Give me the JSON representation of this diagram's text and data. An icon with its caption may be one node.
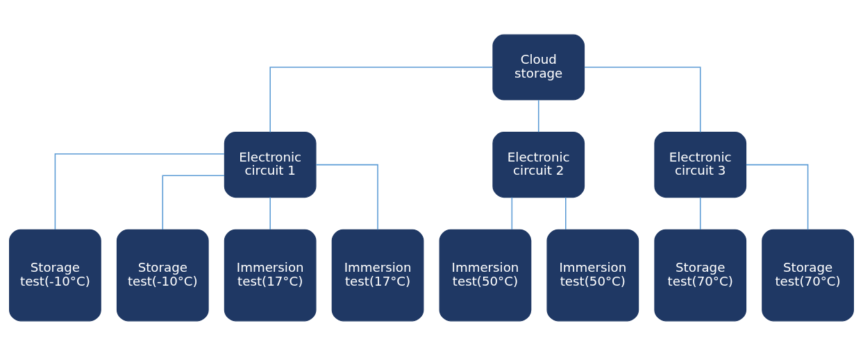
{
  "diagram": {
    "nodes": [
      {
        "text": [
          "Cloud storage"
        ]
      },
      {
        "text": [
          "Electronic circuit 1"
        ]
      },
      {
        "text": [
          "Electronic circuit 2"
        ]
      },
      {
        "text": [
          "Electronic circuit 3"
        ]
      },
      {
        "text": [
          "Storage test(-10°C)"
        ]
      },
      {
        "text": [
          "Storage test(-10°C)"
        ]
      },
      {
        "text": [
          "Immersion test(17°C)"
        ]
      },
      {
        "text": [
          "Immersion test(17°C)"
        ]
      },
      {
        "text": [
          "Immersion test(50°C)"
        ]
      },
      {
        "text": [
          "Immersion test(50°C)"
        ]
      },
      {
        "text": [
          "Storage test(70°C)"
        ]
      },
      {
        "text": [
          "Storage test(70°C)"
        ]
      }
    ],
    "edges": [
      {
        "from": 0,
        "to": 1,
        "arrow": "none"
      },
      {
        "from": 0,
        "to": 2,
        "arrow": "none"
      },
      {
        "from": 0,
        "to": 3,
        "arrow": "none"
      },
      {
        "from": 1,
        "to": 4,
        "arrow": "none"
      },
      {
        "from": 1,
        "to": 5,
        "arrow": "none"
      },
      {
        "from": 1,
        "to": 6,
        "arrow": "none"
      },
      {
        "from": 1,
        "to": 7,
        "arrow": "none"
      },
      {
        "from": 2,
        "to": 8,
        "arrow": "none"
      },
      {
        "from": 2,
        "to": 9,
        "arrow": "none"
      },
      {
        "from": 3,
        "to": 10,
        "arrow": "none"
      },
      {
        "from": 3,
        "to": 11,
        "arrow": "none"
      }
    ]
  }
}
